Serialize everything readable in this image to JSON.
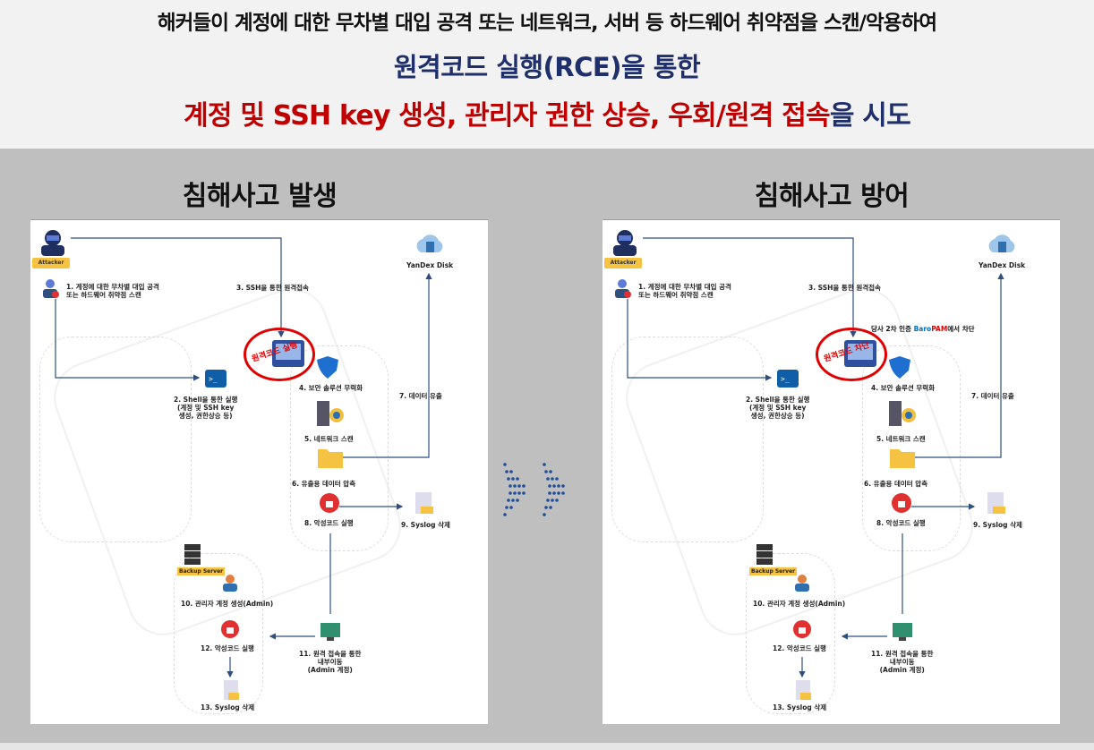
{
  "header": {
    "line1": "해커들이 계정에 대한 무차별 대입 공격 또는 네트워크, 서버 등 하드웨어 취약점을 스캔/악용하여",
    "line2": "원격코드 실행(RCE)을 통한",
    "line3_red": "계정 및 SSH key 생성, 관리자 권한 상승, 우회/원격 접속",
    "line3_tail": "을 시도"
  },
  "panels": [
    {
      "title": "침해사고 발생"
    },
    {
      "title": "침해사고 방어"
    }
  ],
  "diagram": {
    "attacker": "Attacker",
    "step1": "1. 계정에 대한 무차별 대입 공격\n또는 하드웨어 취약점 스캔",
    "step2": "2. Shell을 통한 실행\n(계정 및 SSH key\n생성, 권한상승 등)",
    "step3": "3. SSH을 통한 원격접속",
    "step4": "4. 보안 솔루션 무력화",
    "step5": "5. 네트워크 스캔",
    "step6": "6. 유출용 데이터 압축",
    "step7": "7. 데이터 유출",
    "step8": "8. 악성코드 실행",
    "step9": "9. Syslog 삭제",
    "step10": "10. 관리자 계정 생성(Admin)",
    "step11": "11. 원격 접속을 통한\n내부이동\n(Admin 계정)",
    "step12": "12. 악성코드 실행",
    "step13": "13. Syslog 삭제",
    "yandex": "YanDex Disk",
    "backup": "Backup Server",
    "stamp_left": "원격코드 실행",
    "stamp_right": "원격코드 차단",
    "block_note_pre": "당사 2차 인증 ",
    "block_note_baro": "Baro",
    "block_note_pam": "PAM",
    "block_note_post": "에서 차단"
  },
  "colors": {
    "red": "#c00000",
    "navy": "#1f2f6b",
    "panel_bg": "#bfbfbf",
    "arrow": "#1f4e9c"
  }
}
